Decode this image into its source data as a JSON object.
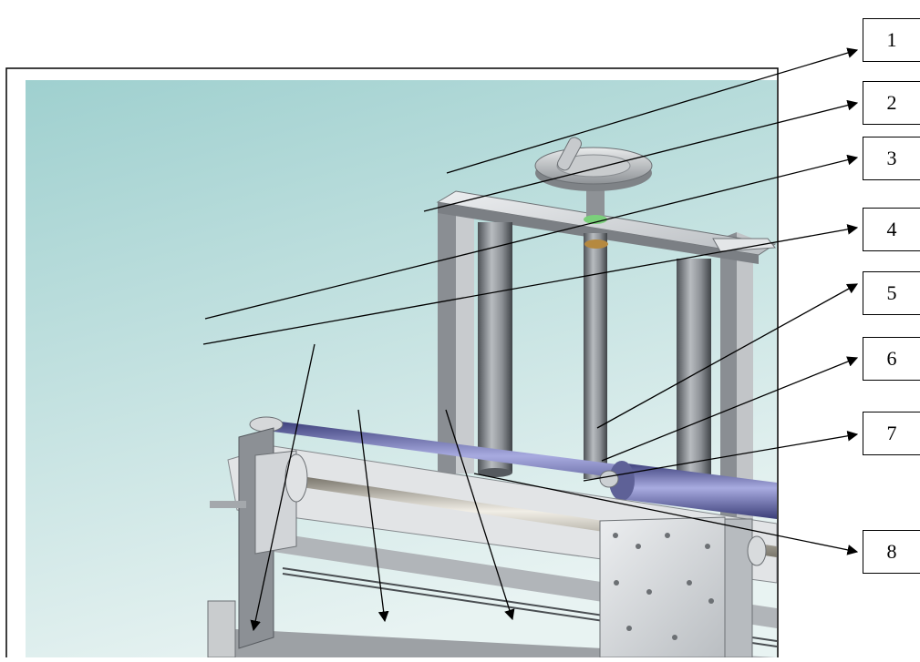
{
  "callouts": [
    {
      "label": "1"
    },
    {
      "label": "2"
    },
    {
      "label": "3"
    },
    {
      "label": "4"
    },
    {
      "label": "5"
    },
    {
      "label": "6"
    },
    {
      "label": "7"
    },
    {
      "label": "8"
    }
  ],
  "colors": {
    "background_top": "#9fd0cf",
    "background_bottom": "#e6f2f1",
    "steel_light": "#d9dcdf",
    "steel_mid": "#a9adb2",
    "steel_dark": "#5d6166",
    "rod_blue": "#6b6fb0",
    "washer_green": "#7bd07b",
    "nut_bronze": "#b5893f"
  }
}
